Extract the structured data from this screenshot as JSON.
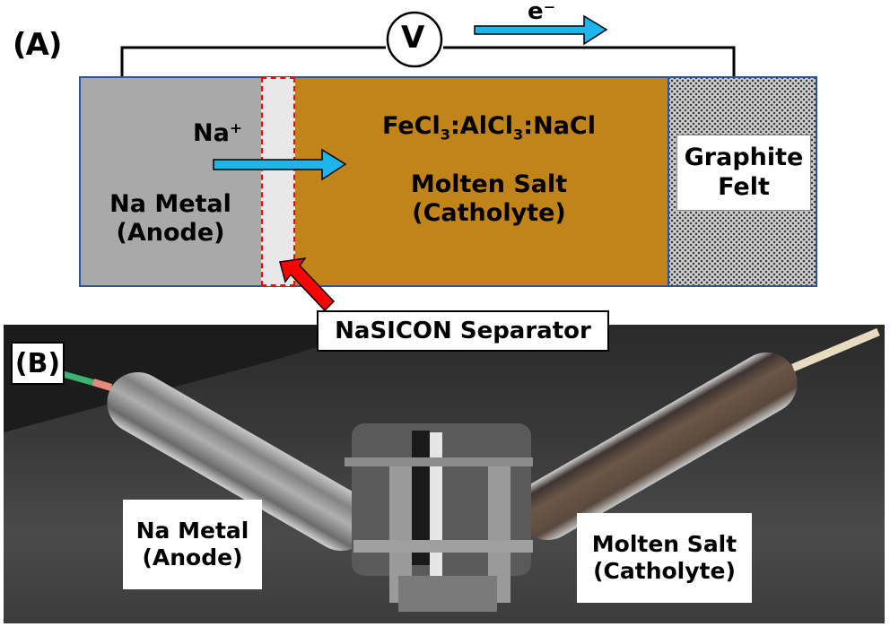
{
  "panel_a": {
    "label": "(A)",
    "voltmeter_label": "V",
    "electron_label": "e⁻",
    "ion_label": "Na⁺",
    "anode": {
      "line1": "Na Metal",
      "line2": "(Anode)",
      "color": "#a9a9a9"
    },
    "separator": {
      "color": "#e8e8e8",
      "outline_color": "#ff0000"
    },
    "catholyte": {
      "formula_parts": [
        "FeCl",
        "3",
        ":AlCl",
        "3",
        ":NaCl"
      ],
      "line1": "Molten Salt",
      "line2": "(Catholyte)",
      "color": "#c18419"
    },
    "current_collector": {
      "line1": "Graphite",
      "line2": "Felt"
    },
    "arrow_color": "#1fb4ec",
    "cell_border_color": "#2f5597"
  },
  "callout": {
    "label": "NaSICON Separator",
    "arrow_color": "#ff0000"
  },
  "panel_b": {
    "label": "(B)",
    "anode_label": {
      "line1": "Na Metal",
      "line2": "(Anode)"
    },
    "catholyte_label": {
      "line1": "Molten Salt",
      "line2": "(Catholyte)"
    }
  }
}
